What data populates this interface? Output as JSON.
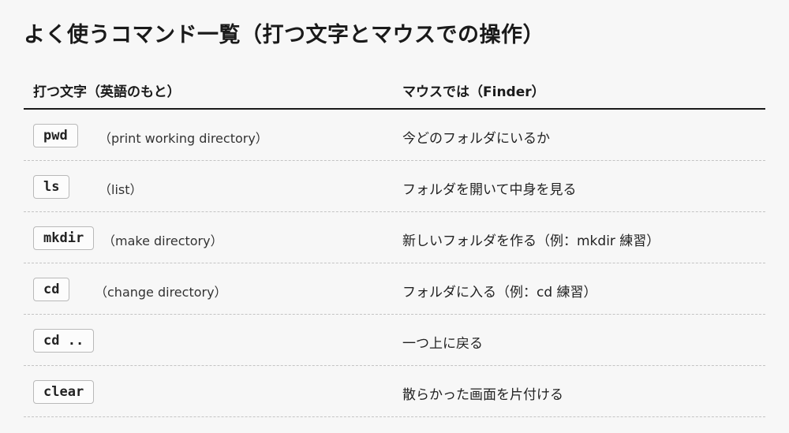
{
  "title": "よく使うコマンド一覧（打つ文字とマウスでの操作）",
  "table": {
    "headers": [
      "打つ文字（英語のもと）",
      "マウスでは（Finder）"
    ],
    "rows": [
      {
        "command": "pwd",
        "english": "（print working directory）",
        "mouse": "今どのフォルダにいるか"
      },
      {
        "command": "ls",
        "english": "（list）",
        "mouse": "フォルダを開いて中身を見る"
      },
      {
        "command": "mkdir",
        "english": "（make directory）",
        "mouse": "新しいフォルダを作る（例：mkdir 練習）"
      },
      {
        "command": "cd",
        "english": "（change directory）",
        "mouse": "フォルダに入る（例：cd 練習）"
      },
      {
        "command": "cd ..",
        "english": "",
        "mouse": "一つ上に戻る"
      },
      {
        "command": "clear",
        "english": "",
        "mouse": "散らかった画面を片付ける"
      }
    ]
  }
}
